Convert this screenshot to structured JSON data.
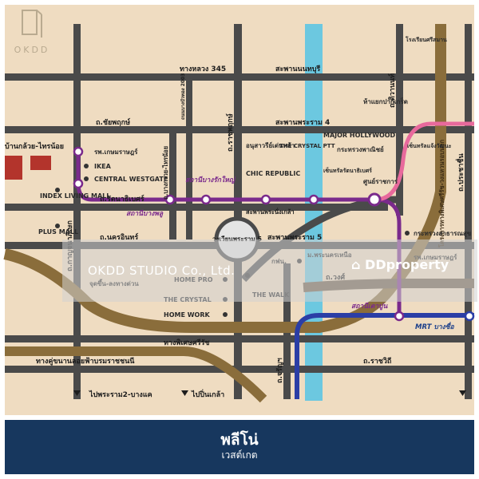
{
  "brand": {
    "logo_text": "OKDD"
  },
  "watermark": {
    "text": "OKDD STUDIO Co., Ltd.",
    "dd_text": "DDproperty"
  },
  "footer": {
    "title": "พลีโน่",
    "subtitle": "เวสต์เกต"
  },
  "roads": {
    "r345": "ทางหลวง 345",
    "nonthaburi_bridge": "สะพานนนทบุรี",
    "chaiyaphruek": "ถ.ชัยพฤกษ์",
    "rama4_bridge": "สะพานพระราม 4",
    "rattanathibet": "ถ.รัตนาธิเบศร์",
    "nakhon_in": "ถ.นครอินทร์",
    "rama5_bridge": "สะพานพระราม 5",
    "phra_nangklao": "สะพานพระนั่งเกล้า",
    "phiset": "ทางพิเศษศรีรัช",
    "parallel_road": "ทางคู่ขนานลอยฟ้าบรมราชชนนี",
    "ratchawithi": "ถ.ราชวิถี",
    "tiwanon": "ถ.ติวานนท์",
    "ratchaphruek": "ถ.ราชพฤกษ์",
    "kanchanaphisek": "ถ.กาญจนาภิเษก",
    "bang_kruai": "ถ.บางกรวย-ไทรน้อย",
    "bang_kruai_ring": "บ้านกล้วย-ไทรน้อย",
    "bangbuathong_2003": "ถนนบางบัวทอง 2003",
    "charan": "ถ.จรัญฯ",
    "prachachuen": "ถ.ประชาชื่น",
    "wong_sawang": "ถ.วงศ์",
    "expressway_right": "โครงการทางพิเศษศรีรัช-วงแหวนรอบนอก",
    "to_rama2": "ไปพระราม2-บางแค",
    "to_pinklao": "ไปปิ่นเกล้า"
  },
  "pois": {
    "kasemrad": "รพ.เกษมราษฎร์",
    "ikea": "IKEA",
    "central_westgate": "CENTRAL WESTGATE",
    "index_living": "INDEX LIVING MALL",
    "plus_mall": "PLUS MALL",
    "home_pro": "HOME PRO",
    "the_crystal": "THE CRYSTAL",
    "home_work": "HOME WORK",
    "the_walk": "THE WALK",
    "ratchaphruek_circle": "วงเวียนพระราม 5",
    "interchange": "จุดขึ้น-ลงทางด่วน",
    "monument": "อนุสาวรีย์เด่นหล้า",
    "crystal_ptt": "THE CRYSTAL PTT",
    "chic_republic": "CHIC REPUBLIC",
    "major_hollywood": "MAJOR HOLLYWOOD",
    "ministry_commerce": "กระทรวงพาณิชย์",
    "central_rattana": "เซ็นทรัลรัตนาธิเบศร์",
    "center_gov": "ศูนย์ราชการ",
    "pak_kret": "ห้าแยกปากเกร็ด",
    "ministry_health": "กระทรวงสาธารณสุข",
    "kasemrad2": "รพ.เกษมราษฎร์",
    "rama5_area": "กฟน.",
    "mpn_university": "ม.พระนครเหนือ",
    "rongrian": "โรงเรียนศรีสมาน",
    "central_chaengwattana": "เซ็นทรัลแจ้งวัฒนะ"
  },
  "stations": {
    "bang_rak_yai": "สถานีบางรักใหญ่",
    "bang_phlu": "สถานีบางพลู",
    "tao_poon": "สถานีเตาปูน",
    "mrt_bang_sue": "MRT บางซื่อ"
  },
  "colors": {
    "background": "#efdcc1",
    "road": "#4a4a4a",
    "purple_line": "#7a2a8c",
    "pink_line": "#e8699c",
    "blue_line": "#2b3ea6",
    "river": "#6cc8e0",
    "expressway": "#8a6d3b",
    "footer": "#17375e"
  }
}
